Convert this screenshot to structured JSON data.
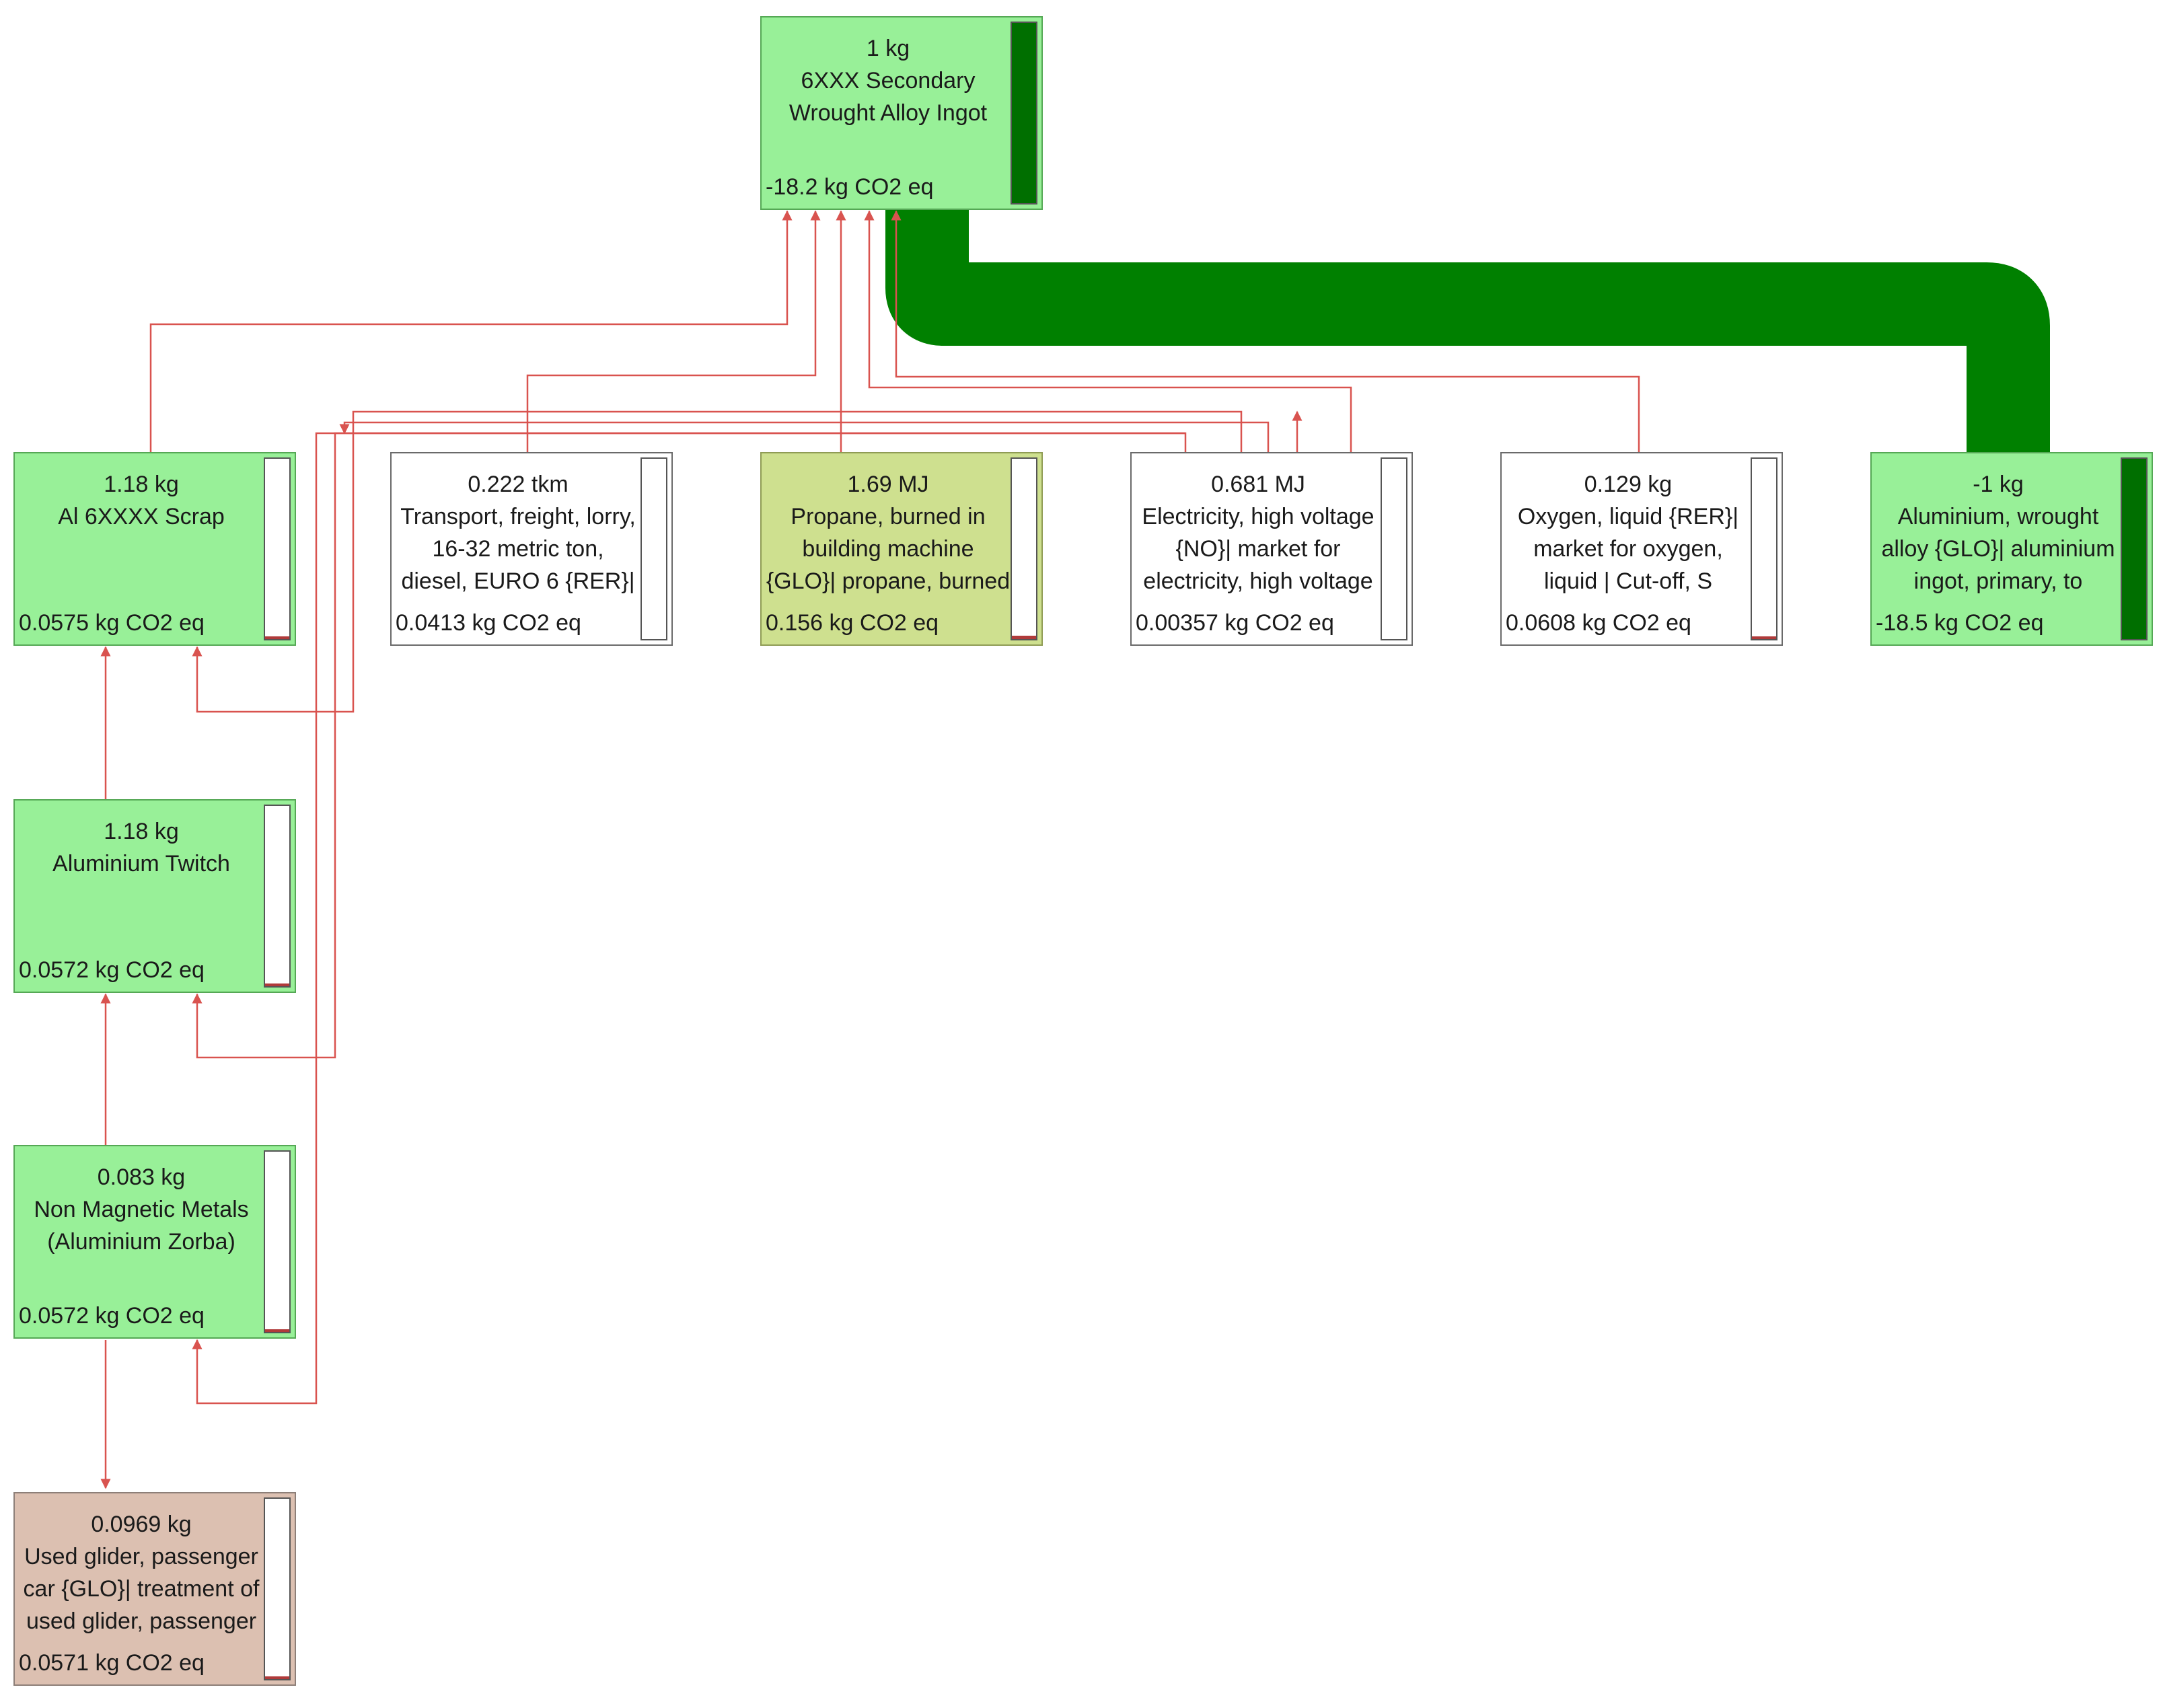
{
  "colors": {
    "link_thin": "#d9534f",
    "link_thick": "#008000",
    "bar_positive": "#b03a3a",
    "bar_negative": "#006f00"
  },
  "nodes": {
    "ingot": {
      "amount": "1 kg",
      "name_lines": [
        "6XXX Secondary",
        "Wrought Alloy Ingot"
      ],
      "impact": "-18.2 kg CO2 eq",
      "indicator_fraction": 1.0
    },
    "scrap": {
      "amount": "1.18 kg",
      "name_lines": [
        "Al 6XXXX Scrap"
      ],
      "impact": "0.0575 kg CO2 eq",
      "indicator_fraction": 0.01
    },
    "transport": {
      "amount": "0.222 tkm",
      "name_lines": [
        "Transport, freight, lorry,",
        "16-32 metric ton,",
        "diesel, EURO 6 {RER}|"
      ],
      "impact": "0.0413 kg CO2 eq",
      "indicator_fraction": 0.0
    },
    "propane": {
      "amount": "1.69 MJ",
      "name_lines": [
        "Propane, burned in",
        "building machine",
        "{GLO}| propane, burned"
      ],
      "impact": "0.156 kg CO2 eq",
      "indicator_fraction": 0.02
    },
    "electricity": {
      "amount": "0.681 MJ",
      "name_lines": [
        "Electricity, high voltage",
        "{NO}| market for",
        "electricity, high voltage"
      ],
      "impact": "0.00357 kg CO2 eq",
      "indicator_fraction": 0.0
    },
    "oxygen": {
      "amount": "0.129 kg",
      "name_lines": [
        "Oxygen, liquid {RER}|",
        "market for oxygen,",
        "liquid | Cut-off, S"
      ],
      "impact": "0.0608 kg CO2 eq",
      "indicator_fraction": 0.01
    },
    "aluminium_primary": {
      "amount": "-1 kg",
      "name_lines": [
        "Aluminium, wrought",
        "alloy {GLO}| aluminium",
        "ingot, primary, to"
      ],
      "impact": "-18.5 kg CO2 eq",
      "indicator_fraction": 1.0
    },
    "twitch": {
      "amount": "1.18 kg",
      "name_lines": [
        "Aluminium Twitch"
      ],
      "impact": "0.0572 kg CO2 eq",
      "indicator_fraction": 0.01
    },
    "zorba": {
      "amount": "0.083 kg",
      "name_lines": [
        "Non Magnetic Metals",
        "(Aluminium Zorba)"
      ],
      "impact": "0.0572 kg CO2 eq",
      "indicator_fraction": 0.01
    },
    "glider": {
      "amount": "0.0969 kg",
      "name_lines": [
        "Used glider, passenger",
        "car {GLO}| treatment of",
        "used glider, passenger"
      ],
      "impact": "0.0571 kg CO2 eq",
      "indicator_fraction": 0.01
    }
  }
}
